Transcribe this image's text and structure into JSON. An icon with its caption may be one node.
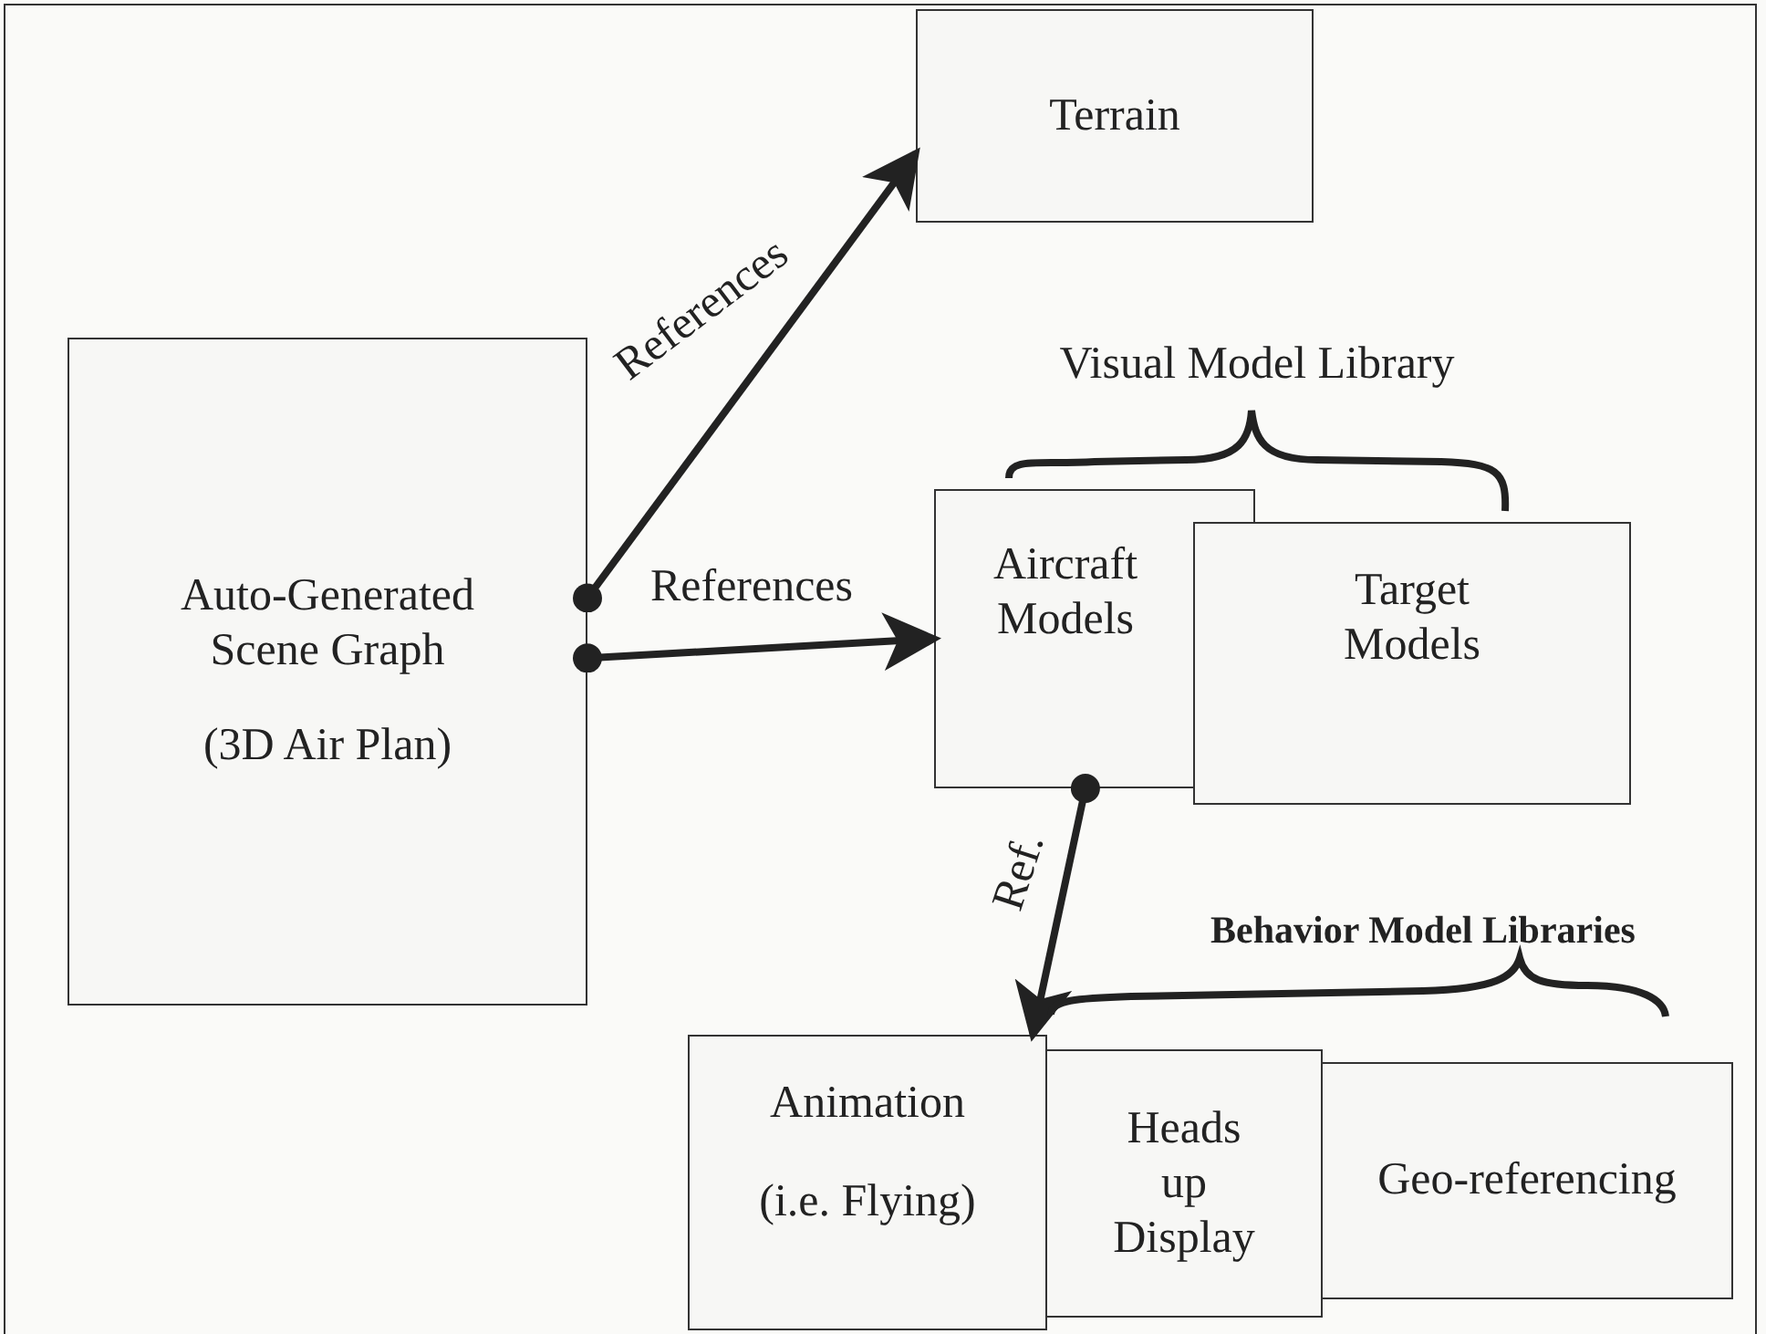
{
  "diagram": {
    "nodes": [
      {
        "text": [
          "Auto-Generated Scene Graph",
          "(3D Air Plan)"
        ]
      },
      {
        "text": [
          "Terrain"
        ]
      },
      {
        "text": [
          "Aircraft Models"
        ]
      },
      {
        "text": [
          "Target Models"
        ]
      },
      {
        "text": [
          "Animation",
          "(i.e. Flying)"
        ]
      },
      {
        "text": [
          "Heads up Display"
        ]
      },
      {
        "text": [
          "Geo-referencing"
        ]
      }
    ],
    "edges": [
      {
        "from": 0,
        "to": 1,
        "arrow": "to",
        "label": "References"
      },
      {
        "from": 0,
        "to": 2,
        "arrow": "to",
        "label": "References"
      },
      {
        "from": 2,
        "to": 4,
        "arrow": "to",
        "label": "Ref."
      }
    ],
    "labels": [
      "Visual Model Library",
      "Behavior Model Libraries"
    ]
  }
}
